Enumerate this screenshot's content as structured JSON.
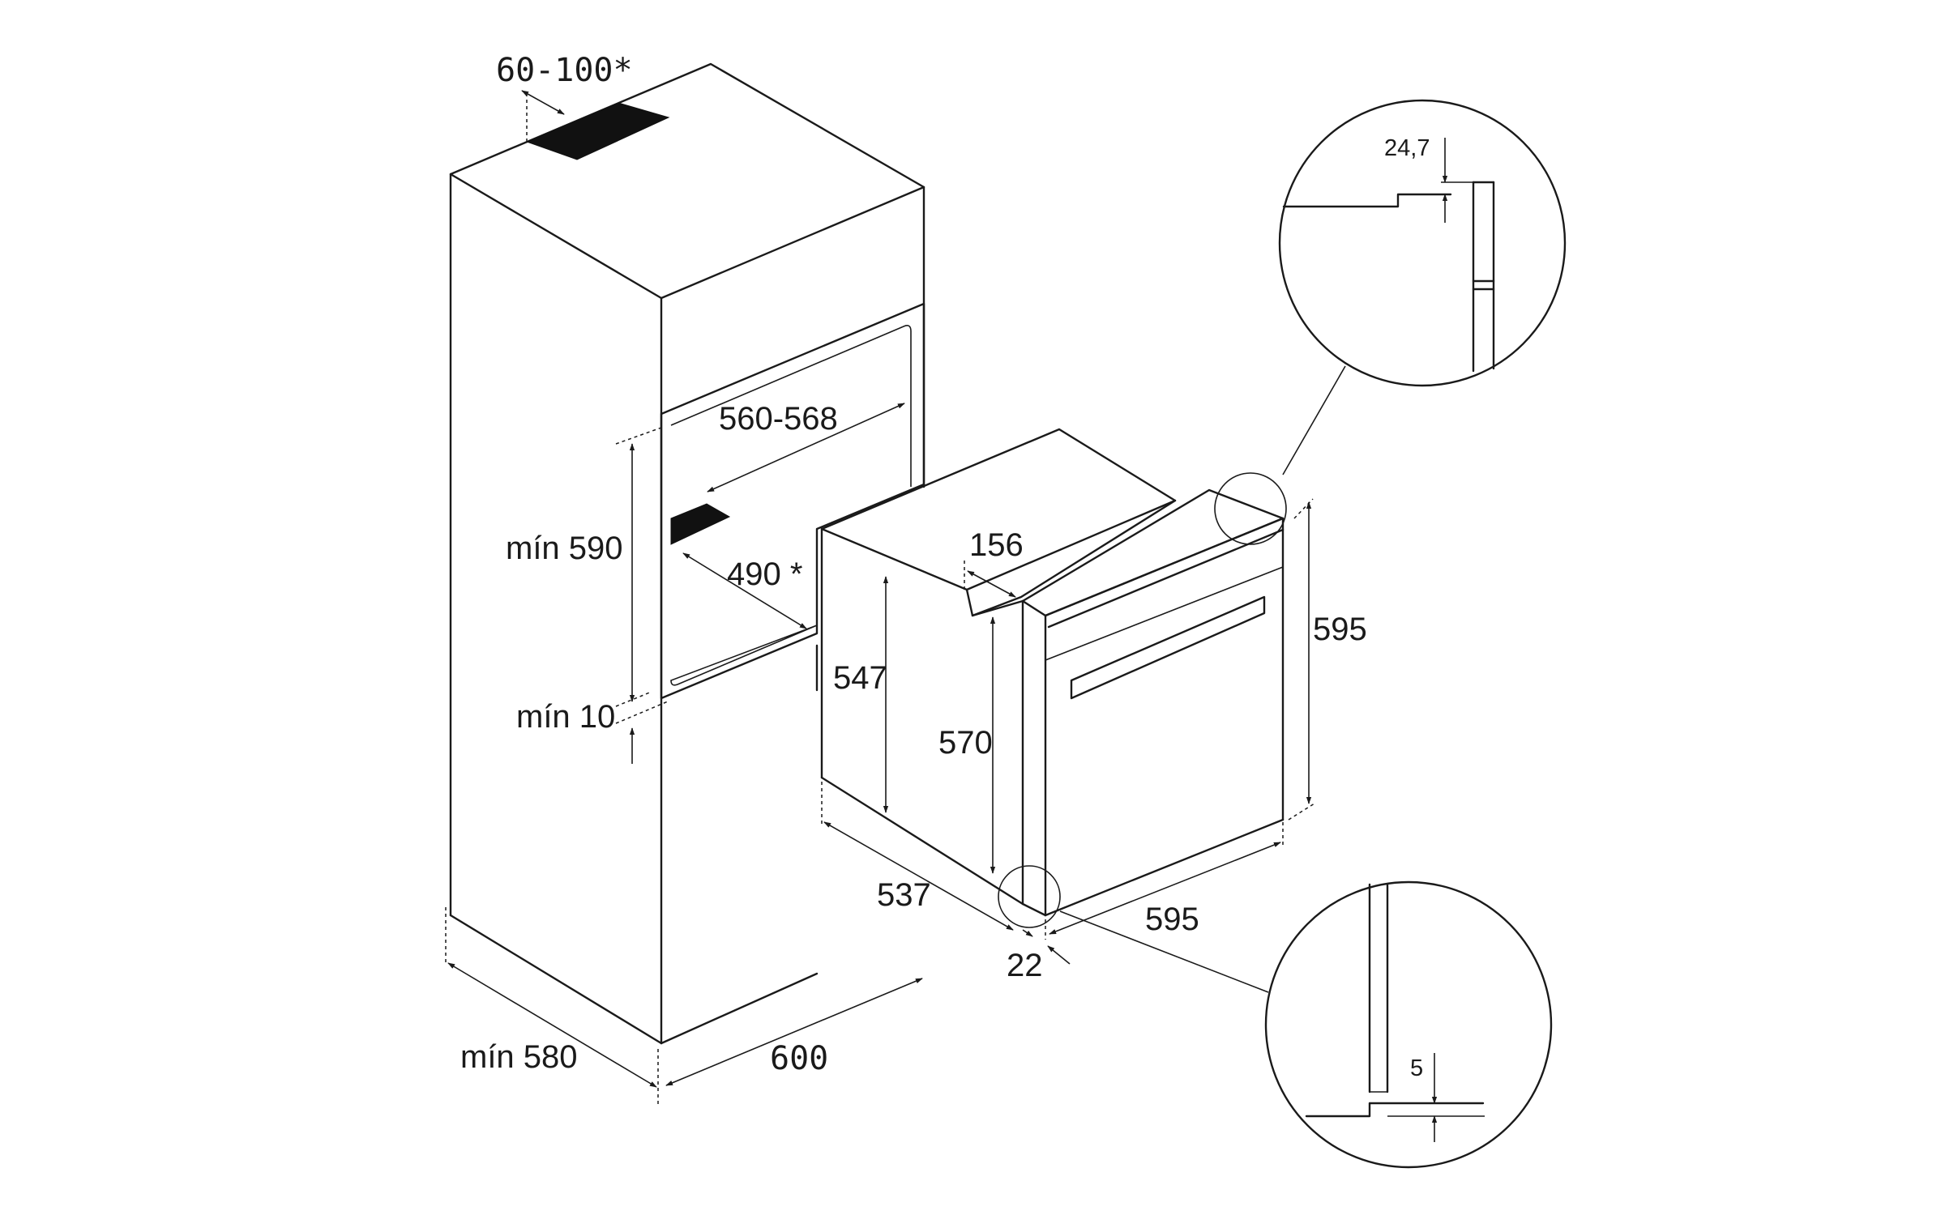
{
  "dimensions": {
    "cabinet_top_vent": "60-100*",
    "niche_width": "560-568",
    "niche_height": "mín 590",
    "niche_depth": "490 *",
    "bottom_gap": "mín 10",
    "cabinet_depth": "mín 580",
    "cabinet_width": "600",
    "oven_body_height": "547",
    "oven_depth": "537",
    "oven_step": "156",
    "oven_front_height": "570",
    "oven_height": "595",
    "oven_width": "595",
    "door_offset": "22",
    "detail_top": "24,7",
    "detail_bottom": "5"
  },
  "colors": {
    "line": "#1a1a1a",
    "fill_solid": "#111111",
    "background": "#ffffff"
  }
}
